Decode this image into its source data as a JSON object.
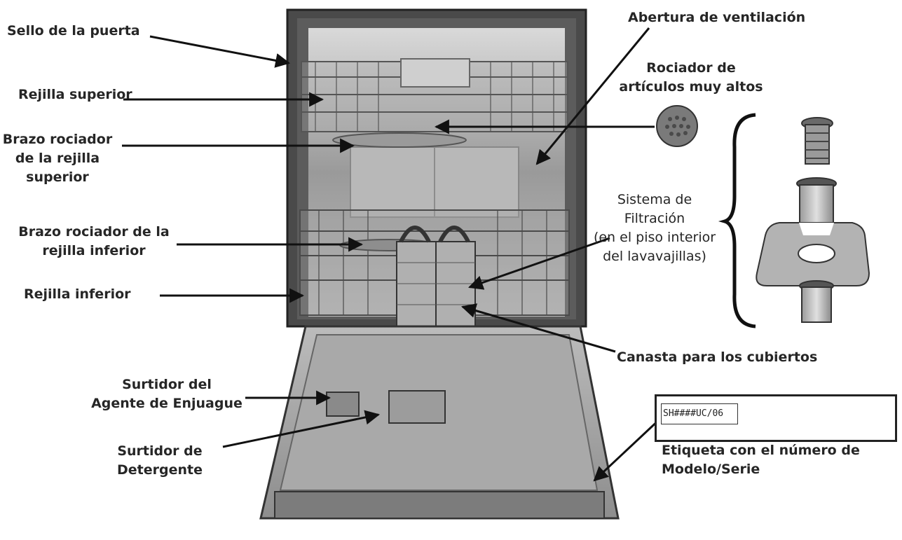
{
  "labels": {
    "door_seal": "Sello de la puerta",
    "upper_rack": "Rejilla superior",
    "upper_spray_arm": [
      "Brazo rociador",
      "de la rejilla",
      "superior"
    ],
    "lower_spray_arm": [
      "Brazo rociador de la",
      "rejilla inferior"
    ],
    "lower_rack": "Rejilla inferior",
    "rinse_dispenser": [
      "Surtidor del",
      "Agente de Enjuague"
    ],
    "detergent_dispenser": [
      "Surtidor de",
      "Detergente"
    ],
    "vent": "Abertura de ventilación",
    "tall_item_sprayer": [
      "Rociador de",
      "artículos muy altos"
    ],
    "filtration": [
      "Sistema de",
      "Filtración",
      "(en el piso interior",
      "del lavavajillas)"
    ],
    "cutlery_basket": "Canasta para los cubiertos",
    "model_label": [
      "Etiqueta con el número de",
      "Modelo/Serie"
    ]
  },
  "rating_plate": {
    "model_code": "SH####UC/06"
  },
  "colors": {
    "arrow": "#111111",
    "photo_dark": "#3a3a3a",
    "photo_mid": "#8a8a8a",
    "photo_light": "#c9c9c9"
  }
}
